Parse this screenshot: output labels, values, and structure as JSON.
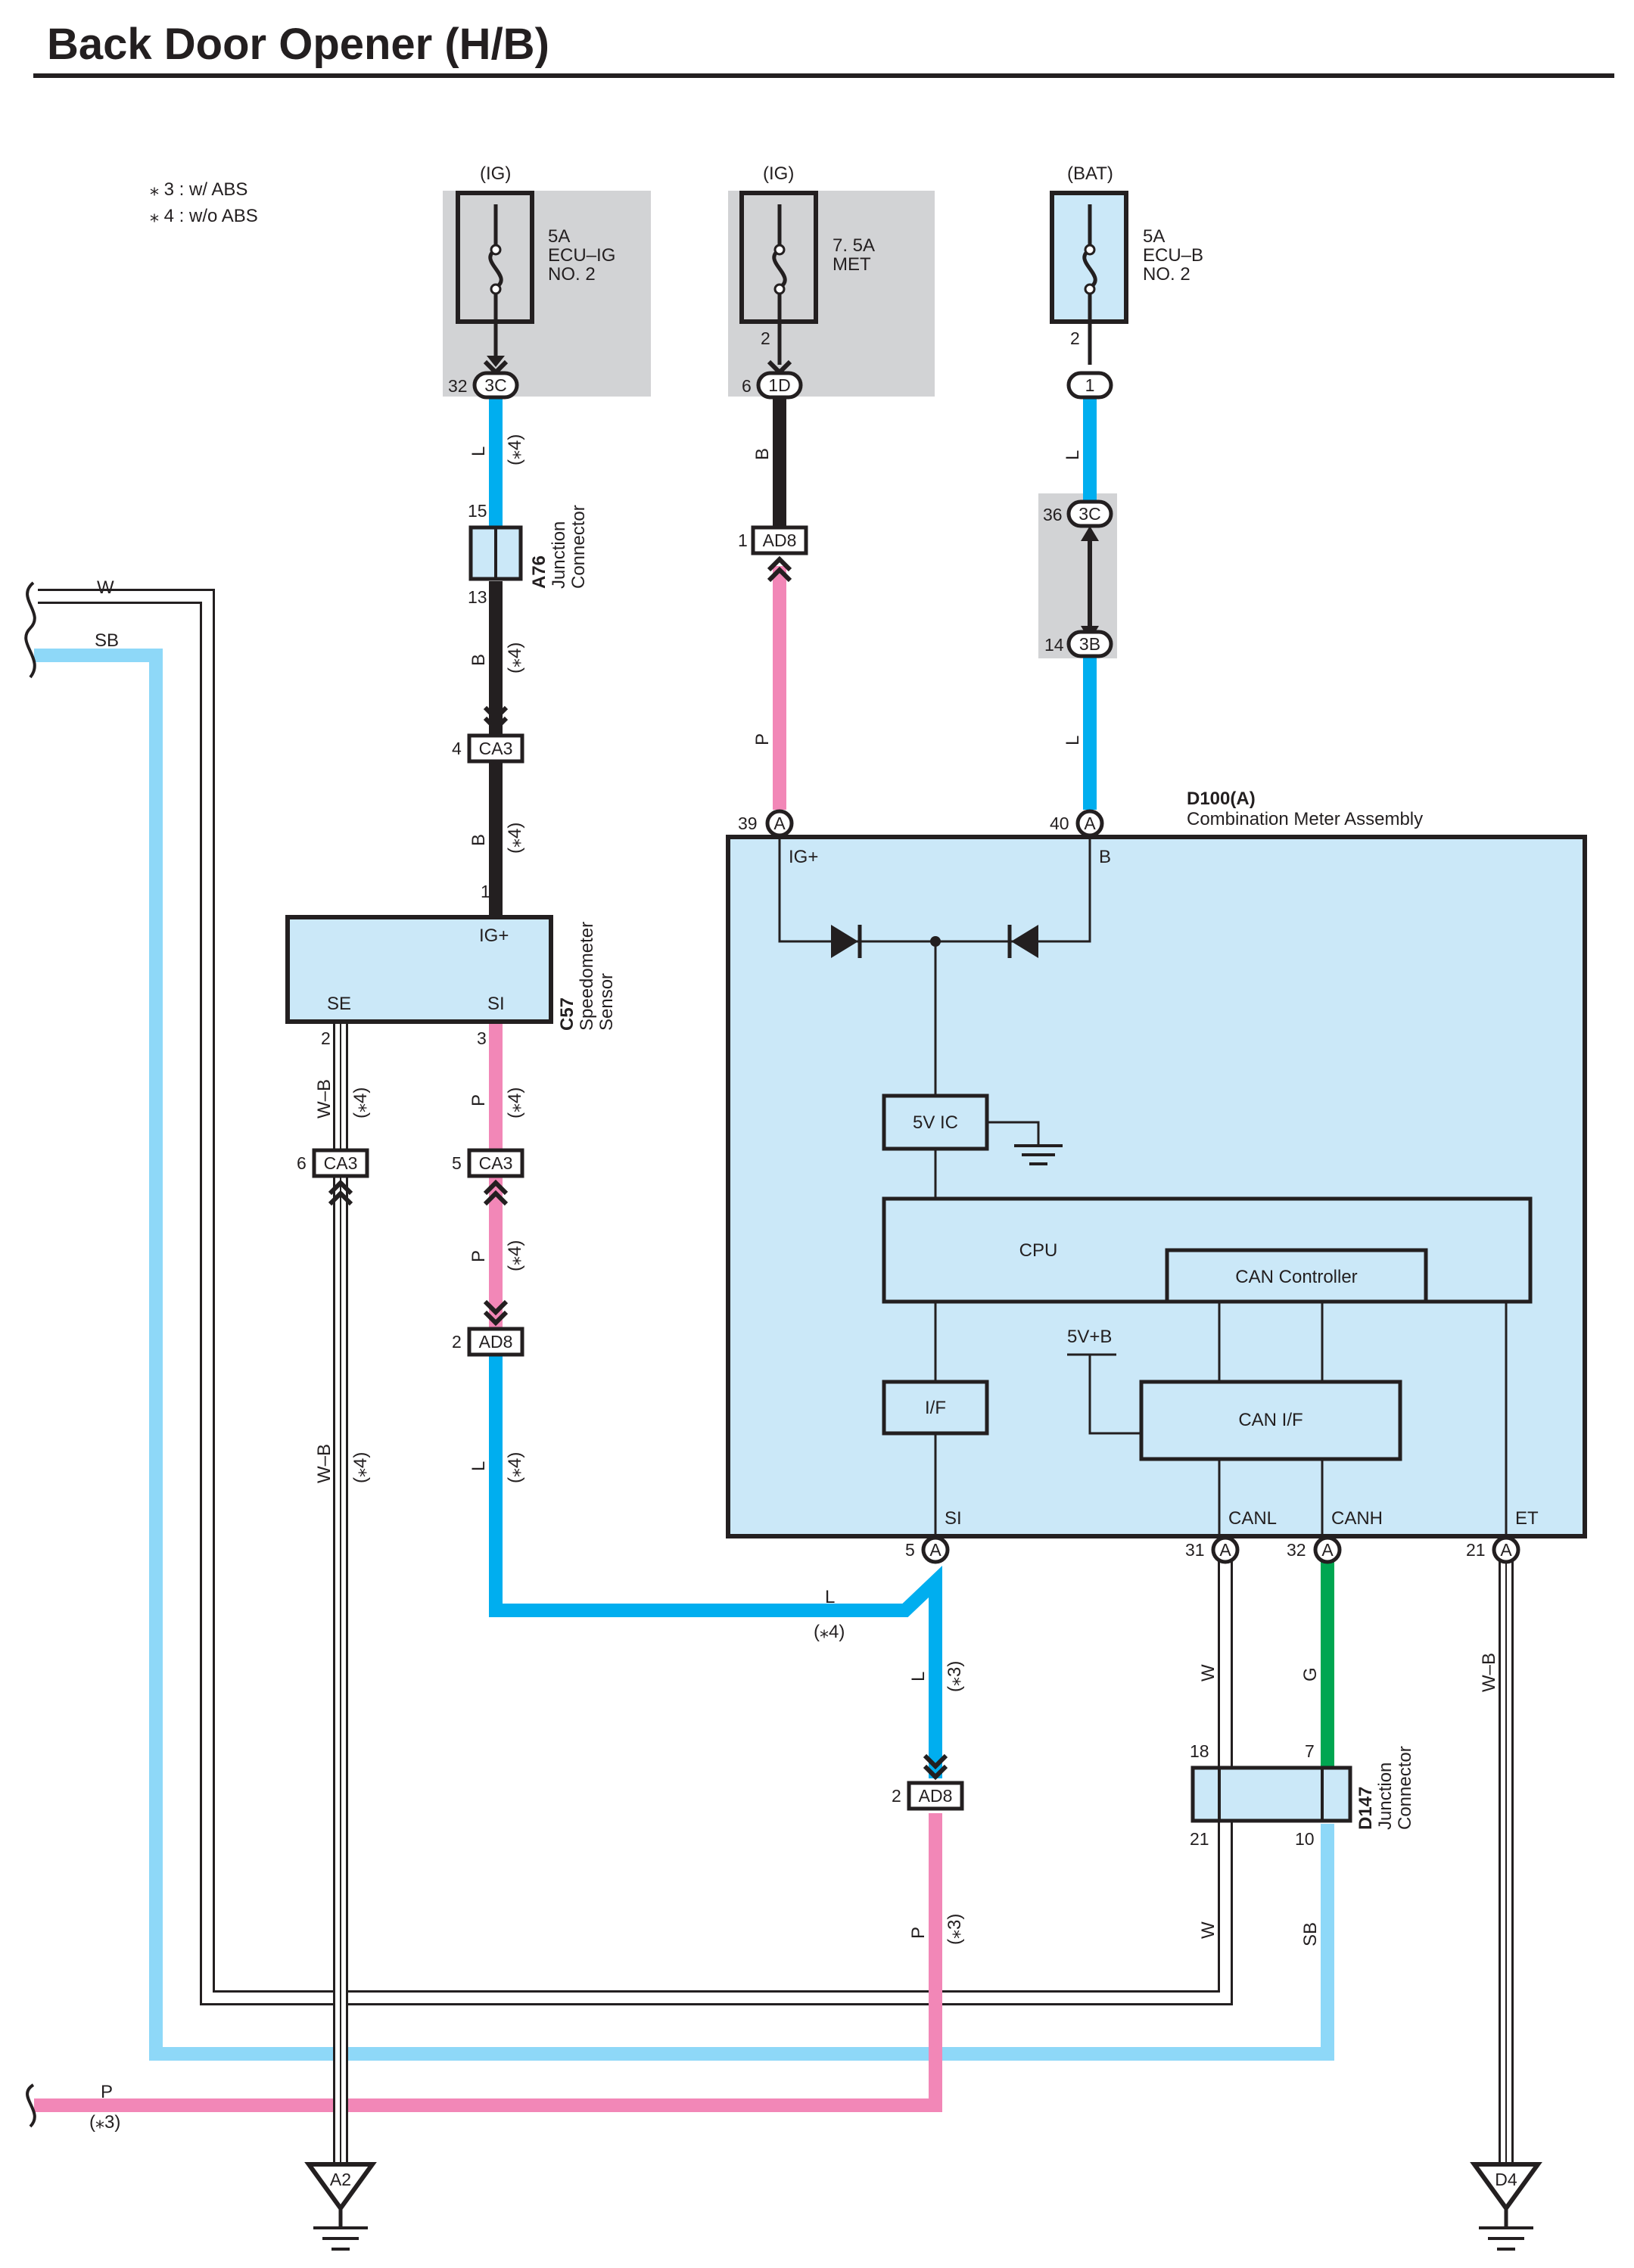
{
  "title": "Back Door Opener (H/B)",
  "notes": [
    "⁎ 3 : w/ ABS",
    "⁎ 4 : w/o ABS"
  ],
  "colors": {
    "L": "#00aeef",
    "SB": "#8ed8f8",
    "B": "#231f20",
    "P": "#f287b7",
    "G": "#00a651",
    "W": "#ffffff",
    "WB": "#ffffff",
    "panel": "#cbe8f8",
    "gray": "#d2d3d5"
  },
  "fuses": [
    {
      "source": "(IG)",
      "name": "5A\nECU–IG\nNO. 2",
      "pin_in": "",
      "pin_out": "32",
      "conn": "3C"
    },
    {
      "source": "(IG)",
      "name": "7. 5A\nMET",
      "pin_in": "2",
      "pin_out": "6",
      "conn": "1D"
    },
    {
      "source": "(BAT)",
      "name": "5A\nECU–B\nNO. 2",
      "pin_in": "2",
      "pin_out": "",
      "conn": "1"
    }
  ],
  "connectors": {
    "ca3": "CA3",
    "ad8": "AD8",
    "c3c": "3C",
    "c3b": "3B",
    "a": "A",
    "pin_1": "1",
    "pin_2": "2",
    "pin_3": "3",
    "pin_4": "4",
    "pin_5": "5",
    "pin_6": "6",
    "pin_7": "7",
    "pin_10": "10",
    "pin_13": "13",
    "pin_14": "14",
    "pin_15": "15",
    "pin_18": "18",
    "pin_21": "21",
    "pin_31": "31",
    "pin_32": "32",
    "pin_36": "36",
    "pin_39": "39",
    "pin_40": "40"
  },
  "components": {
    "a76": {
      "id": "A76",
      "line1": "Junction",
      "line2": "Connector"
    },
    "c57": {
      "id": "C57",
      "line1": "Speedometer",
      "line2": "Sensor",
      "pin_ig": "IG+",
      "pin_se": "SE",
      "pin_si": "SI"
    },
    "d147": {
      "id": "D147",
      "line1": "Junction",
      "line2": "Connector"
    },
    "d100": {
      "id": "D100(A)",
      "name": "Combination Meter Assembly",
      "ig": "IG+",
      "b": "B",
      "ic": "5V IC",
      "cpu": "CPU",
      "can_ctrl": "CAN Controller",
      "vb": "5V+B",
      "if": "I/F",
      "can_if": "CAN I/F",
      "si": "SI",
      "canl": "CANL",
      "canh": "CANH",
      "et": "ET"
    }
  },
  "wires": {
    "L": "L",
    "B": "B",
    "P": "P",
    "W": "W",
    "SB": "SB",
    "G": "G",
    "WB": "W–B",
    "n3": "(⁎3)",
    "n4": "(⁎4)"
  },
  "grounds": [
    "A2",
    "D4"
  ]
}
